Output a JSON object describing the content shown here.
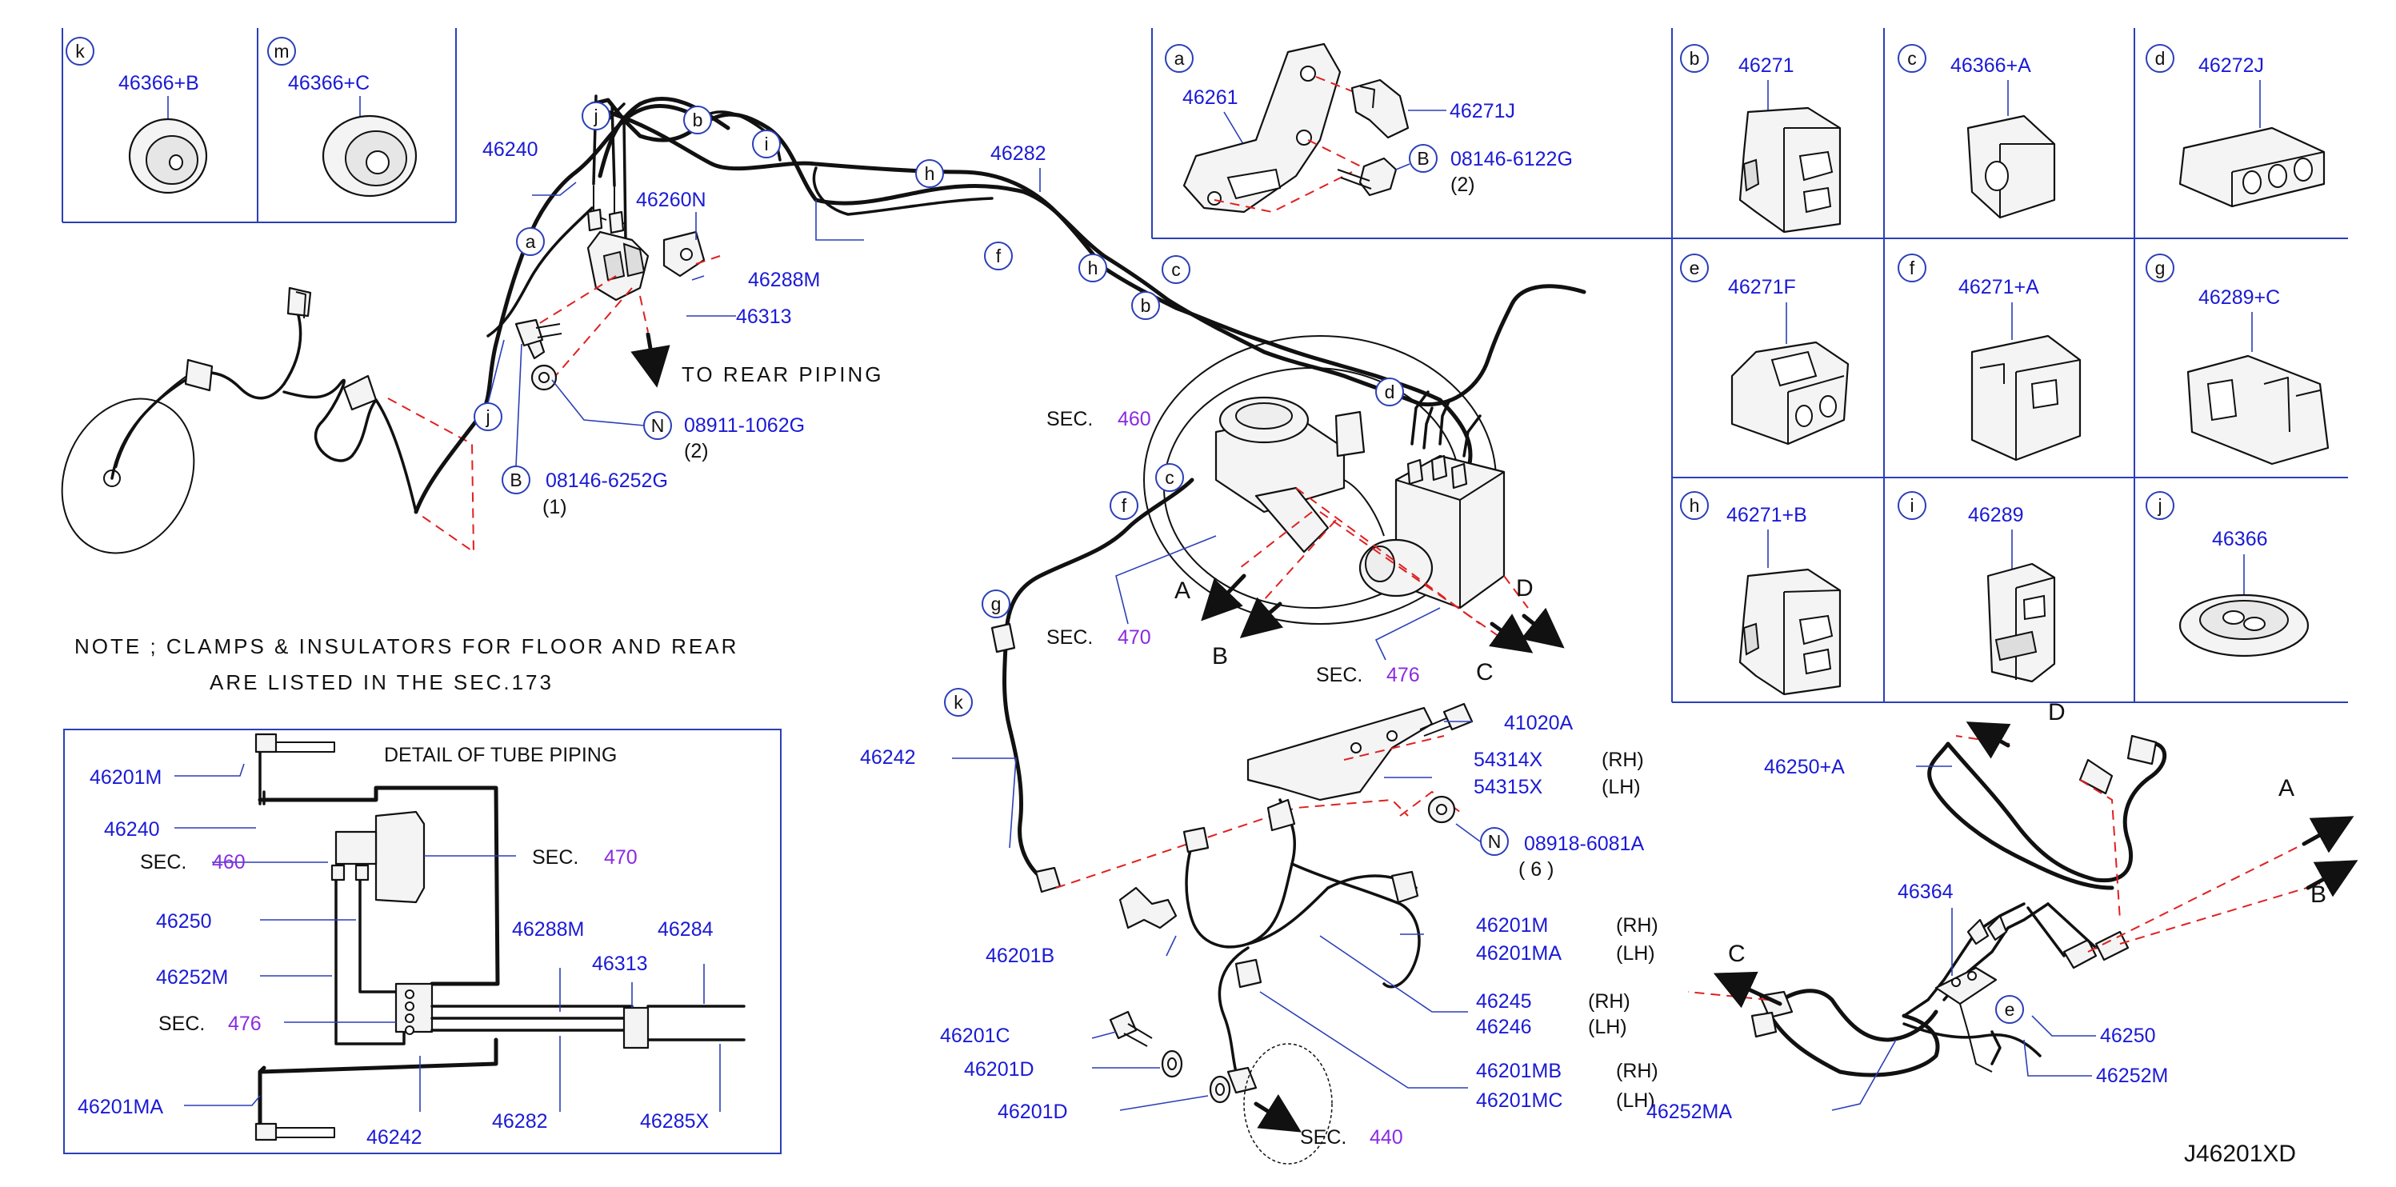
{
  "diagram_code": "J46201XD",
  "note": {
    "line1": "NOTE ; CLAMPS & INSULATORS FOR FLOOR AND REAR",
    "line2": "ARE LISTED IN THE SEC.173"
  },
  "direction_text": "TO REAR PIPING",
  "sec_word": "SEC.",
  "sec_refs": [
    "460",
    "470",
    "476",
    "440"
  ],
  "flow_letters": [
    "A",
    "B",
    "C",
    "D"
  ],
  "callout_letters": [
    "a",
    "b",
    "c",
    "d",
    "e",
    "f",
    "g",
    "h",
    "i",
    "j",
    "k",
    "m",
    "N",
    "B"
  ],
  "side": {
    "rh": "(RH)",
    "lh": "(LH)"
  },
  "top_left_boxes": [
    {
      "letter": "k",
      "part": "46366+B"
    },
    {
      "letter": "m",
      "part": "46366+C"
    }
  ],
  "clip_boxes": [
    {
      "letter": "b",
      "part": "46271"
    },
    {
      "letter": "c",
      "part": "46366+A"
    },
    {
      "letter": "d",
      "part": "46272J"
    },
    {
      "letter": "e",
      "part": "46271F"
    },
    {
      "letter": "f",
      "part": "46271+A"
    },
    {
      "letter": "g",
      "part": "46289+C"
    },
    {
      "letter": "h",
      "part": "46271+B"
    },
    {
      "letter": "i",
      "part": "46289"
    },
    {
      "letter": "j",
      "part": "46366"
    }
  ],
  "bracket_box": {
    "letter": "a",
    "bracket": "46261",
    "clip": "46271J",
    "bolt": "08146-6122G",
    "bolt_qty": "(2)"
  },
  "main_parts": {
    "p46240": "46240",
    "p46260N": "46260N",
    "p46288M": "46288M",
    "p46313": "46313",
    "p46282": "46282",
    "p46242": "46242",
    "nut": "08911-1062G",
    "nut_qty": "(2)",
    "bolt": "08146-6252G",
    "bolt_qty": "(1)"
  },
  "front_parts": {
    "p41020A": "41020A",
    "p54314X": "54314X",
    "p54315X": "54315X",
    "nut": "08918-6081A",
    "nut_qty": "( 6 )",
    "p46201B": "46201B",
    "p46201M": "46201M",
    "p46201MA": "46201MA",
    "p46245": "46245",
    "p46246": "46246",
    "p46201C": "46201C",
    "p46201D": "46201D",
    "p46201MB": "46201MB",
    "p46201MC": "46201MC"
  },
  "detail": {
    "title": "DETAIL OF TUBE PIPING",
    "labels": {
      "l46201M": "46201M",
      "l46240": "46240",
      "l46250": "46250",
      "l46252M": "46252M",
      "l46201MA": "46201MA",
      "l46242": "46242",
      "l46282": "46282",
      "l46288M": "46288M",
      "l46313": "46313",
      "l46284": "46284",
      "l46285X": "46285X"
    }
  },
  "rear_group": {
    "p46250A": "46250+A",
    "p46364": "46364",
    "p46250": "46250",
    "p46252M": "46252M",
    "p46252MA": "46252MA"
  }
}
